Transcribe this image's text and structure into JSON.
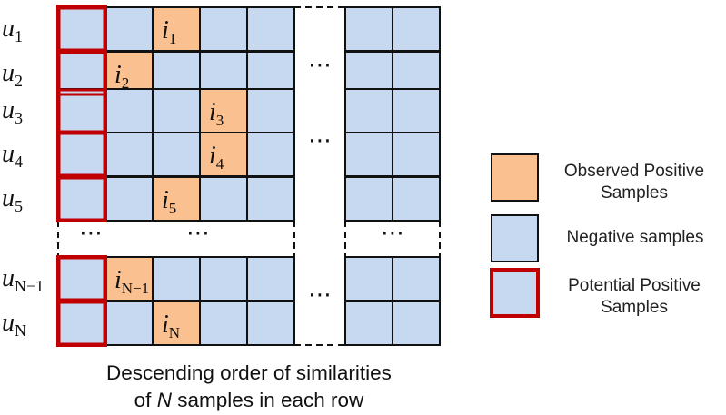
{
  "matrix": {
    "row_labels": [
      {
        "base": "u",
        "sub": "1"
      },
      {
        "base": "u",
        "sub": "2"
      },
      {
        "base": "u",
        "sub": "3"
      },
      {
        "base": "u",
        "sub": "4"
      },
      {
        "base": "u",
        "sub": "5"
      },
      {
        "base": "u",
        "sub": "N−1"
      },
      {
        "base": "u",
        "sub": "N"
      }
    ],
    "observed_positives": [
      {
        "row": 1,
        "col": 3,
        "base": "i",
        "sub": "1"
      },
      {
        "row": 2,
        "col": 2,
        "base": "i",
        "sub": "2"
      },
      {
        "row": 3,
        "col": 4,
        "base": "i",
        "sub": "3"
      },
      {
        "row": 4,
        "col": 4,
        "base": "i",
        "sub": "4"
      },
      {
        "row": 5,
        "col": 3,
        "base": "i",
        "sub": "5"
      },
      {
        "row": 6,
        "col": 2,
        "base": "i",
        "sub": "N−1"
      },
      {
        "row": 7,
        "col": 3,
        "base": "i",
        "sub": "N"
      }
    ],
    "ellipsis": "⋯"
  },
  "legend": {
    "observed": "Observed  Positive\nSamples",
    "negative": "Negative samples",
    "potential": "Potential Positive\nSamples"
  },
  "caption": {
    "line1": "Descending order of similarities",
    "line2_prefix": "of ",
    "line2_var": "N",
    "line2_suffix": " samples in each row"
  },
  "colors": {
    "negative_fill": "#c6d9f1",
    "positive_fill": "#fac090",
    "potential_border": "#c00000",
    "grid_line": "#111111"
  }
}
